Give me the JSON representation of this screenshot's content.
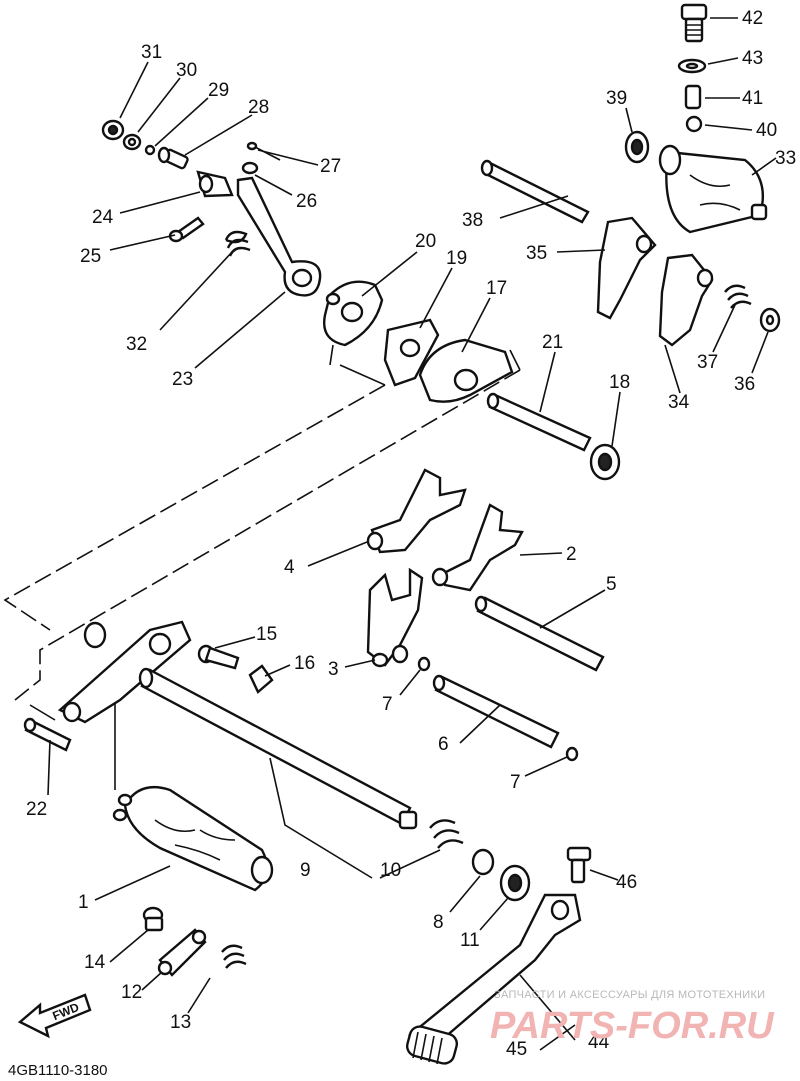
{
  "diagram": {
    "code": "4GB1110-3180",
    "fwd_label": "FWD",
    "watermark_top": "ЗАПЧАСТИ И АКСЕССУАРЫ ДЛЯ МОТОТЕХНИКИ",
    "watermark_brand": "PARTS-FOR.RU",
    "callouts": [
      {
        "id": "c1",
        "label": "1"
      },
      {
        "id": "c2",
        "label": "2"
      },
      {
        "id": "c3",
        "label": "3"
      },
      {
        "id": "c4",
        "label": "4"
      },
      {
        "id": "c5",
        "label": "5"
      },
      {
        "id": "c6",
        "label": "6"
      },
      {
        "id": "c7a",
        "label": "7"
      },
      {
        "id": "c7b",
        "label": "7"
      },
      {
        "id": "c8",
        "label": "8"
      },
      {
        "id": "c9",
        "label": "9"
      },
      {
        "id": "c10",
        "label": "10"
      },
      {
        "id": "c11",
        "label": "11"
      },
      {
        "id": "c12",
        "label": "12"
      },
      {
        "id": "c13",
        "label": "13"
      },
      {
        "id": "c14",
        "label": "14"
      },
      {
        "id": "c15",
        "label": "15"
      },
      {
        "id": "c16",
        "label": "16"
      },
      {
        "id": "c17",
        "label": "17"
      },
      {
        "id": "c18",
        "label": "18"
      },
      {
        "id": "c19",
        "label": "19"
      },
      {
        "id": "c20",
        "label": "20"
      },
      {
        "id": "c21",
        "label": "21"
      },
      {
        "id": "c22",
        "label": "22"
      },
      {
        "id": "c23",
        "label": "23"
      },
      {
        "id": "c24",
        "label": "24"
      },
      {
        "id": "c25",
        "label": "25"
      },
      {
        "id": "c26",
        "label": "26"
      },
      {
        "id": "c27",
        "label": "27"
      },
      {
        "id": "c28",
        "label": "28"
      },
      {
        "id": "c29",
        "label": "29"
      },
      {
        "id": "c30",
        "label": "30"
      },
      {
        "id": "c31",
        "label": "31"
      },
      {
        "id": "c32",
        "label": "32"
      },
      {
        "id": "c33",
        "label": "33"
      },
      {
        "id": "c34",
        "label": "34"
      },
      {
        "id": "c35",
        "label": "35"
      },
      {
        "id": "c36",
        "label": "36"
      },
      {
        "id": "c37",
        "label": "37"
      },
      {
        "id": "c38",
        "label": "38"
      },
      {
        "id": "c39",
        "label": "39"
      },
      {
        "id": "c40",
        "label": "40"
      },
      {
        "id": "c41",
        "label": "41"
      },
      {
        "id": "c42",
        "label": "42"
      },
      {
        "id": "c43",
        "label": "43"
      },
      {
        "id": "c44",
        "label": "44"
      },
      {
        "id": "c45",
        "label": "45"
      },
      {
        "id": "c46",
        "label": "46"
      }
    ]
  }
}
